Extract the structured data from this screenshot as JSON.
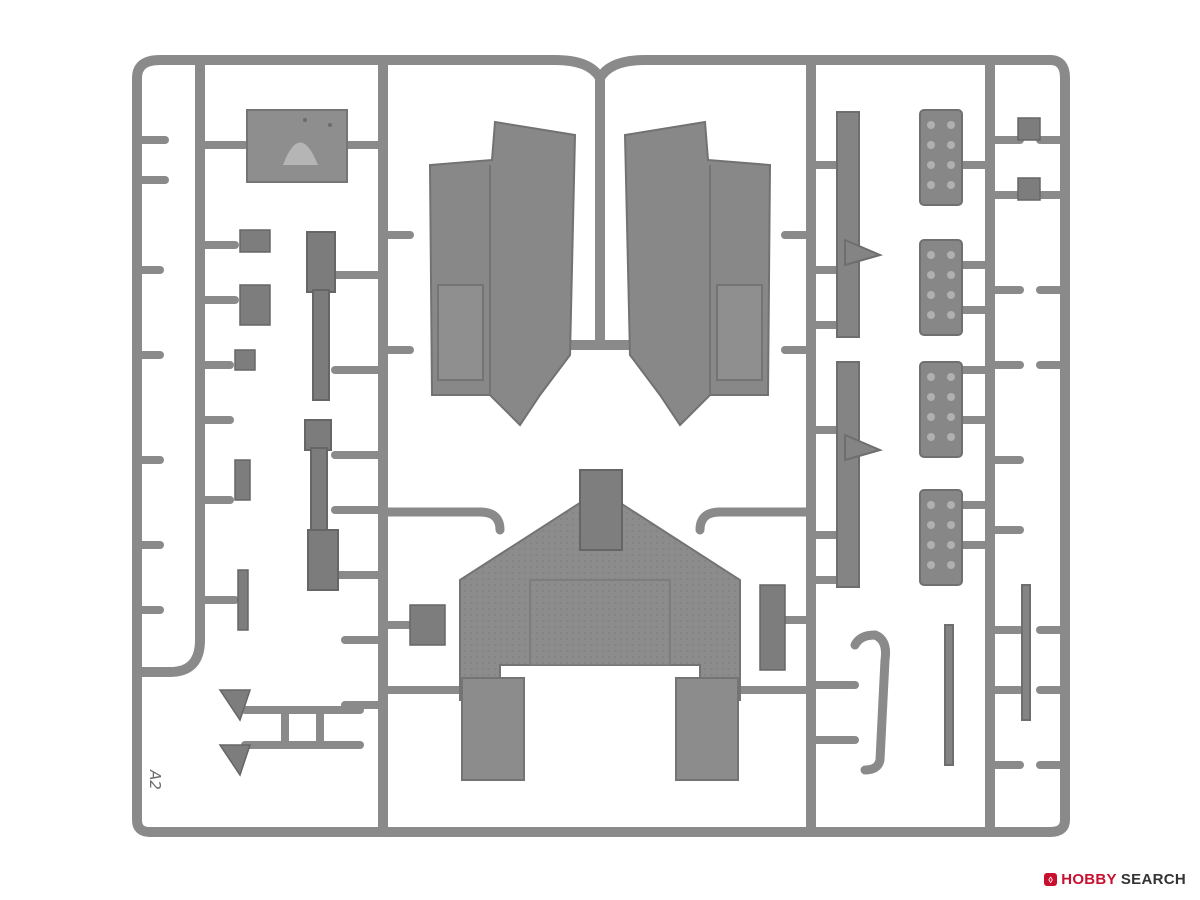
{
  "photo": {
    "subject": "plastic-model-sprue",
    "sprue_code": "A2",
    "colors": {
      "background": "#ffffff",
      "plastic": "#8a8a8a",
      "plastic_dark": "#6c6c6c",
      "plastic_light": "#a0a0a0"
    }
  },
  "watermark": {
    "brand": "HOBBY",
    "suffix": "SEARCH",
    "icon": "hobby-search-logo-icon",
    "color": "#c8102e"
  }
}
